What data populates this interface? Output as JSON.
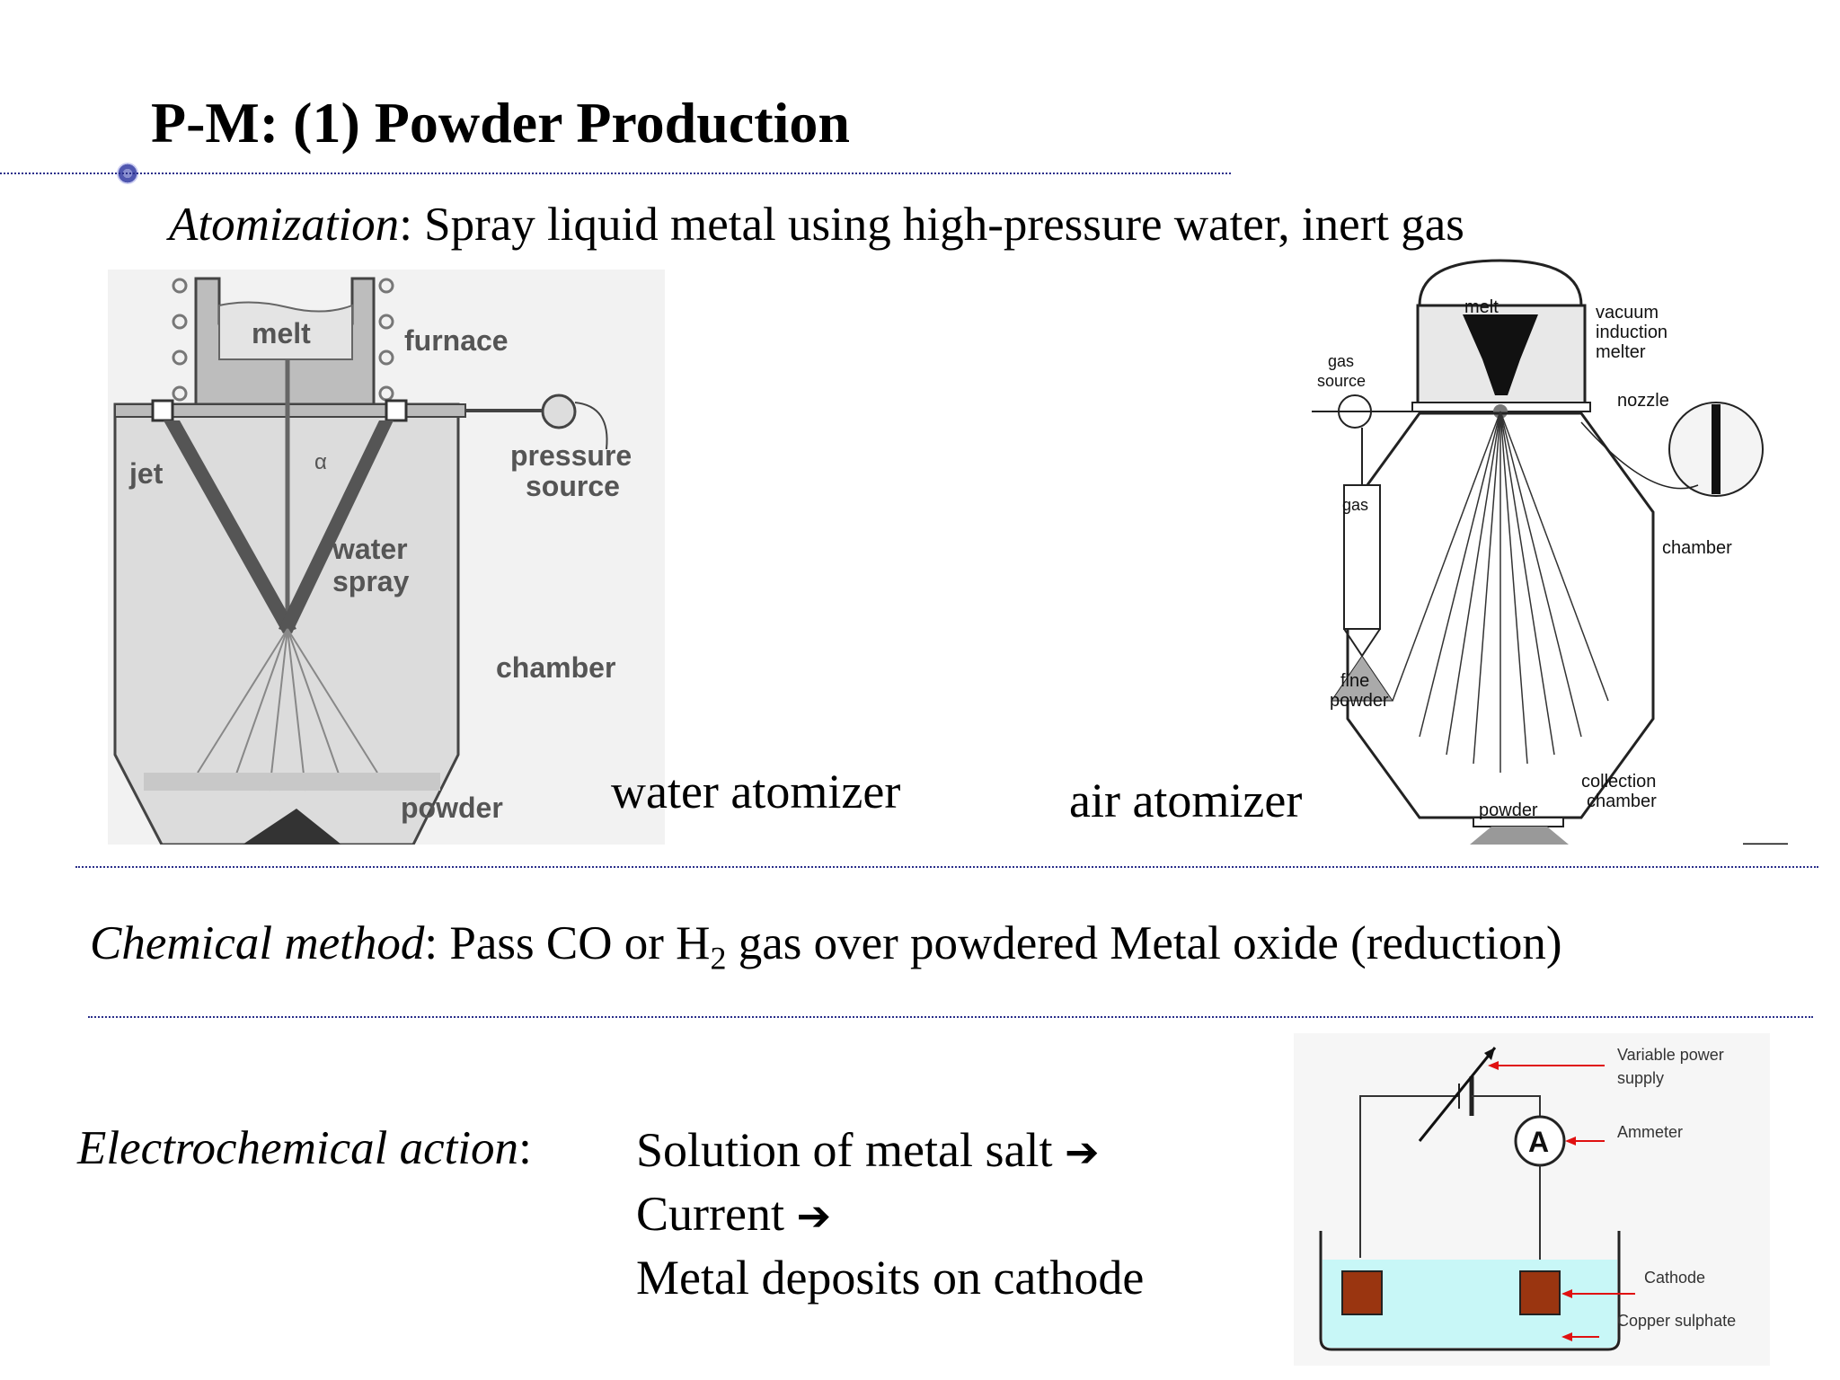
{
  "slide": {
    "title": "P-M: (1) Powder Production",
    "atomization": {
      "term": "Atomization",
      "text": ": Spray liquid metal using high-pressure water, inert gas"
    },
    "water_atomizer": {
      "caption": "water atomizer",
      "labels": {
        "melt": "melt",
        "furnace": "furnace",
        "jet": "jet",
        "alpha": "α",
        "pressure_source_1": "pressure",
        "pressure_source_2": "source",
        "water_spray_1": "water",
        "water_spray_2": "spray",
        "chamber": "chamber",
        "powder": "powder"
      }
    },
    "air_atomizer": {
      "caption": "air atomizer",
      "labels": {
        "melt": "melt",
        "vacuum_1": "vacuum",
        "vacuum_2": "induction",
        "vacuum_3": "melter",
        "gas_source_1": "gas",
        "gas_source_2": "source",
        "nozzle": "nozzle",
        "gas": "gas",
        "chamber": "chamber",
        "fine_powder_1": "fine",
        "fine_powder_2": "powder",
        "collection_1": "collection",
        "collection_2": "chamber",
        "powder": "powder"
      }
    },
    "chemical": {
      "term": "Chemical method",
      "text_before": ": Pass CO or H",
      "subscript": "2",
      "text_after": " gas over powdered Metal oxide (reduction)"
    },
    "electrochemical": {
      "term": "Electrochemical action",
      "colon": ":",
      "steps": [
        "Solution of metal salt",
        "Current",
        "Metal deposits on cathode"
      ],
      "arrow": "➔",
      "diagram": {
        "variable_power_1": "Variable power",
        "variable_power_2": "supply",
        "ammeter": "Ammeter",
        "ammeter_symbol": "A",
        "cathode": "Cathode",
        "copper_sulphate": "Copper sulphate"
      }
    }
  },
  "colors": {
    "rule": "#2a2f8a",
    "electrolyte": "#c8f7f7",
    "electrode": "#9a3510",
    "pointer": "#e01010"
  }
}
